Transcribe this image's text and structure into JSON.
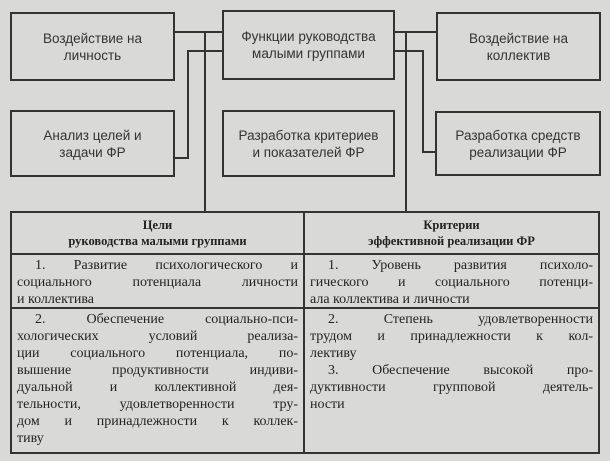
{
  "boxes": {
    "top_left": "Воздействие на\nличность",
    "top_center": "Функции руководства\nмалыми группами",
    "top_right": "Воздействие на\nколлектив",
    "bottom_left": "Анализ целей и\nзадачи ФР",
    "bottom_center": "Разработка критериев\nи показателей ФР",
    "bottom_right": "Разработка средств\nреализации ФР"
  },
  "table": {
    "headers": [
      [
        "Цели",
        "руководства малыми группами"
      ],
      [
        "Критерии",
        "эффективной реализации ФР"
      ]
    ],
    "rows": [
      {
        "left": [
          [
            "1. Развитие психологического и",
            "социального потенциала личности",
            "и коллектива"
          ]
        ],
        "right": [
          [
            "1. Уровень развития психоло-",
            "гического и социального потенци-",
            "ала коллектива и личности"
          ]
        ]
      },
      {
        "left": [
          [
            "2. Обеспечение социально-пси-",
            "хологических условий реализа-",
            "ции социального потенциала, по-",
            "вышение продуктивности индиви-",
            "дуальной и коллективной дея-",
            "тельности, удовлетворенности тру-",
            "дом и принадлежности к коллек-",
            "тиву"
          ]
        ],
        "right": [
          [
            "2. Степень удовлетворенности",
            "трудом и принадлежности к кол-",
            "лективу"
          ],
          [
            "3. Обеспечение высокой про-",
            "дуктивности групповой деятель-",
            "ности"
          ]
        ]
      }
    ]
  }
}
